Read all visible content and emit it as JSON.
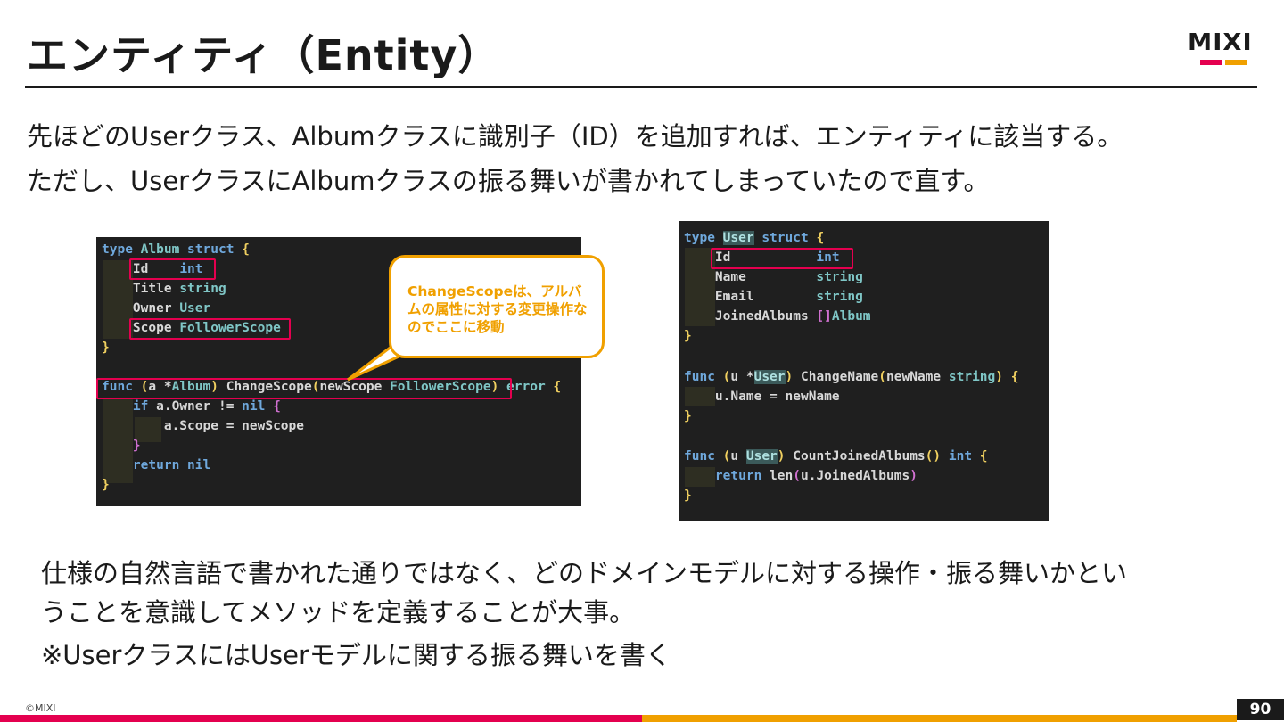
{
  "slide": {
    "title": "エンティティ（Entity）",
    "logo": "MIXI",
    "lead": [
      "先ほどのUserクラス、Albumクラスに識別子（ID）を追加すれば、エンティティに該当する。",
      "ただし、UserクラスにAlbumクラスの振る舞いが書かれてしまっていたので直す。"
    ],
    "callout": "ChangeScopeは、アルバムの属性に対する変更操作なのでここに移動",
    "body": [
      "仕様の自然言語で書かれた通りではなく、どのドメインモデルに対する操作・振る舞いかとい",
      "うことを意識してメソッドを定義することが大事。",
      "※Userクラスには",
      "Userモデルに関する振る舞いを書く"
    ],
    "copyright": "©MIXI",
    "page_number": "90"
  },
  "code_album": {
    "kw_type": "type",
    "name": "Album",
    "kw_struct": "struct",
    "f_id": "Id",
    "t_int": "int",
    "f_title": "Title",
    "t_string": "string",
    "f_owner": "Owner",
    "t_user": "User",
    "f_scope": "Scope",
    "t_scope": "FollowerScope",
    "kw_func": "func",
    "recv_a": "a",
    "star": "*",
    "m_change": "ChangeScope",
    "p_newscope": "newScope",
    "t_error": "error",
    "kw_if": "if",
    "e_owner": "a.Owner",
    "op_ne": "!=",
    "kw_nil": "nil",
    "e_assign_lhs": "a.Scope",
    "op_eq": "=",
    "kw_return": "return"
  },
  "code_user": {
    "kw_type": "type",
    "name": "User",
    "kw_struct": "struct",
    "f_id": "Id",
    "t_int": "int",
    "f_name": "Name",
    "t_string": "string",
    "f_email": "Email",
    "f_joined": "JoinedAlbums",
    "t_slice": "[]",
    "t_album": "Album",
    "kw_func": "func",
    "recv_u": "u",
    "star": "*",
    "m_changename": "ChangeName",
    "p_newname": "newName",
    "e_uname": "u.Name",
    "op_eq": "=",
    "m_count": "CountJoinedAlbums",
    "kw_return": "return",
    "f_len": "len",
    "e_joined": "u.JoinedAlbums"
  },
  "colors": {
    "accent_red": "#e4004f",
    "accent_yellow": "#f0a000",
    "code_bg": "#1f1f1f"
  }
}
